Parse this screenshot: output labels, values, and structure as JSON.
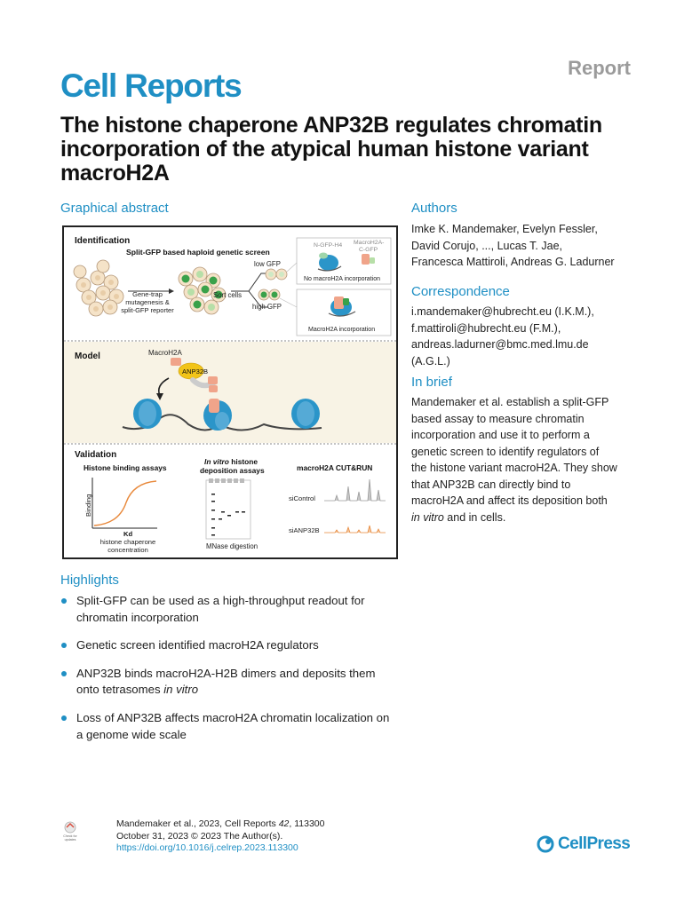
{
  "header": {
    "report_label": "Report",
    "journal": "Cell Reports",
    "title": "The histone chaperone ANP32B regulates chromatin incorporation of the atypical human histone variant macroH2A"
  },
  "graphical_abstract": {
    "heading": "Graphical abstract",
    "identification": {
      "panel_label": "Identification",
      "screen_title": "Split-GFP based haploid genetic screen",
      "mutagenesis_label_1": "Gene-trap",
      "mutagenesis_label_2": "mutagenesis &",
      "mutagenesis_label_3": "split-GFP reporter",
      "sort_label": "Sort cells",
      "low_gfp": "low GFP",
      "high_gfp": "high GFP",
      "n_gfp_h4": "N-GFP-H4",
      "macroh2a_cgfp_1": "MacroH2A-",
      "macroh2a_cgfp_2": "C-GFP",
      "no_incorporation": "No macroH2A incorporation",
      "incorporation": "MacroH2A incorporation"
    },
    "model": {
      "panel_label": "Model",
      "macroh2a_label": "MacroH2A",
      "anp32b_label": "ANP32B"
    },
    "validation": {
      "panel_label": "Validation",
      "binding_title": "Histone binding assays",
      "binding_ylabel": "Binding",
      "kd_label": "Kd",
      "conc_label_1": "histone chaperone",
      "conc_label_2": "concentration",
      "invitro_italic": "In vitro",
      "invitro_rest": " histone",
      "deposition_label": "deposition assays",
      "mnase_label": "MNase digestion",
      "cutrun_title": "macroH2A CUT&RUN",
      "sicontrol": "siControl",
      "sianp32b": "siANP32B"
    }
  },
  "authors": {
    "heading": "Authors",
    "lines": [
      "Imke K. Mandemaker, Evelyn Fessler,",
      "David Corujo, ..., Lucas T. Jae,",
      "Francesca Mattiroli, Andreas G. Ladurner"
    ]
  },
  "correspondence": {
    "heading": "Correspondence",
    "lines": [
      "i.mandemaker@hubrecht.eu (I.K.M.),",
      "f.mattiroli@hubrecht.eu (F.M.),",
      "andreas.ladurner@bmc.med.lmu.de",
      "(A.G.L.)"
    ]
  },
  "in_brief": {
    "heading": "In brief",
    "lines": [
      "Mandemaker et al. establish a split-GFP",
      "based assay to measure chromatin",
      "incorporation and use it to perform a",
      "genetic screen to identify regulators of",
      "the histone variant macroH2A. They show",
      "that ANP32B can directly bind to",
      "macroH2A and affect its deposition both"
    ],
    "last_italic": "in vitro",
    "last_rest": " and in cells."
  },
  "highlights": {
    "heading": "Highlights",
    "items": [
      {
        "line1": "Split-GFP can be used as a high-throughput readout for",
        "line2": "chromatin incorporation",
        "italic": ""
      },
      {
        "line1": "Genetic screen identified macroH2A regulators",
        "line2": "",
        "italic": ""
      },
      {
        "line1": "ANP32B binds macroH2A-H2B dimers and deposits them",
        "line2": "onto tetrasomes ",
        "italic": "in vitro"
      },
      {
        "line1": "Loss of ANP32B affects macroH2A chromatin localization on",
        "line2": "a genome wide scale",
        "italic": ""
      }
    ]
  },
  "footer": {
    "citation": "Mandemaker et al., 2023, Cell Reports ",
    "volume": "42",
    "article": ", 113300",
    "date_line": "October 31, 2023 © 2023 The Author(s).",
    "doi": "https://doi.org/10.1016/j.celrep.2023.113300",
    "check_updates_1": "Check for",
    "check_updates_2": "updates",
    "publisher": "CellPress"
  },
  "colors": {
    "brand_blue": "#1f8fc4",
    "anp32b_yellow": "#f2c418",
    "macroh2a_salmon": "#f0a48a",
    "nucleosome_blue": "#2b95c9",
    "gfp_green": "#3aa14a",
    "model_bg": "#f8f3e5"
  }
}
